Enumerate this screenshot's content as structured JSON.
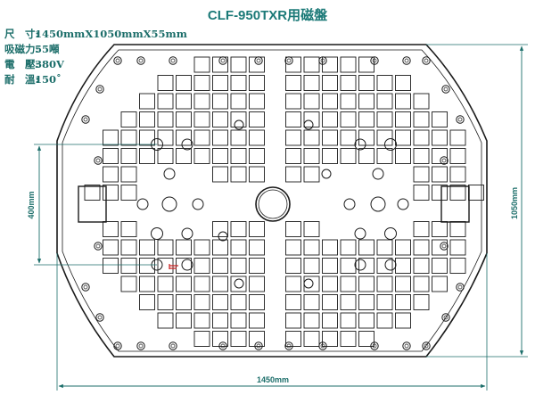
{
  "title": "CLF-950TXR用磁盤",
  "specs": [
    {
      "label": "尺　寸:",
      "value": "1450mmX1050mmX55mm"
    },
    {
      "label": "吸磁力:",
      "value": "55噸"
    },
    {
      "label": "電　壓:",
      "value": "380V"
    },
    {
      "label": "耐　溫:",
      "value": "150˚"
    }
  ],
  "dimensions": {
    "width": "1450mm",
    "height": "1050mm",
    "pole_spacing": "400mm"
  },
  "colors": {
    "line": "#1a1a1a",
    "dimension": "#1c6e6a",
    "marker": "#cc2222"
  }
}
